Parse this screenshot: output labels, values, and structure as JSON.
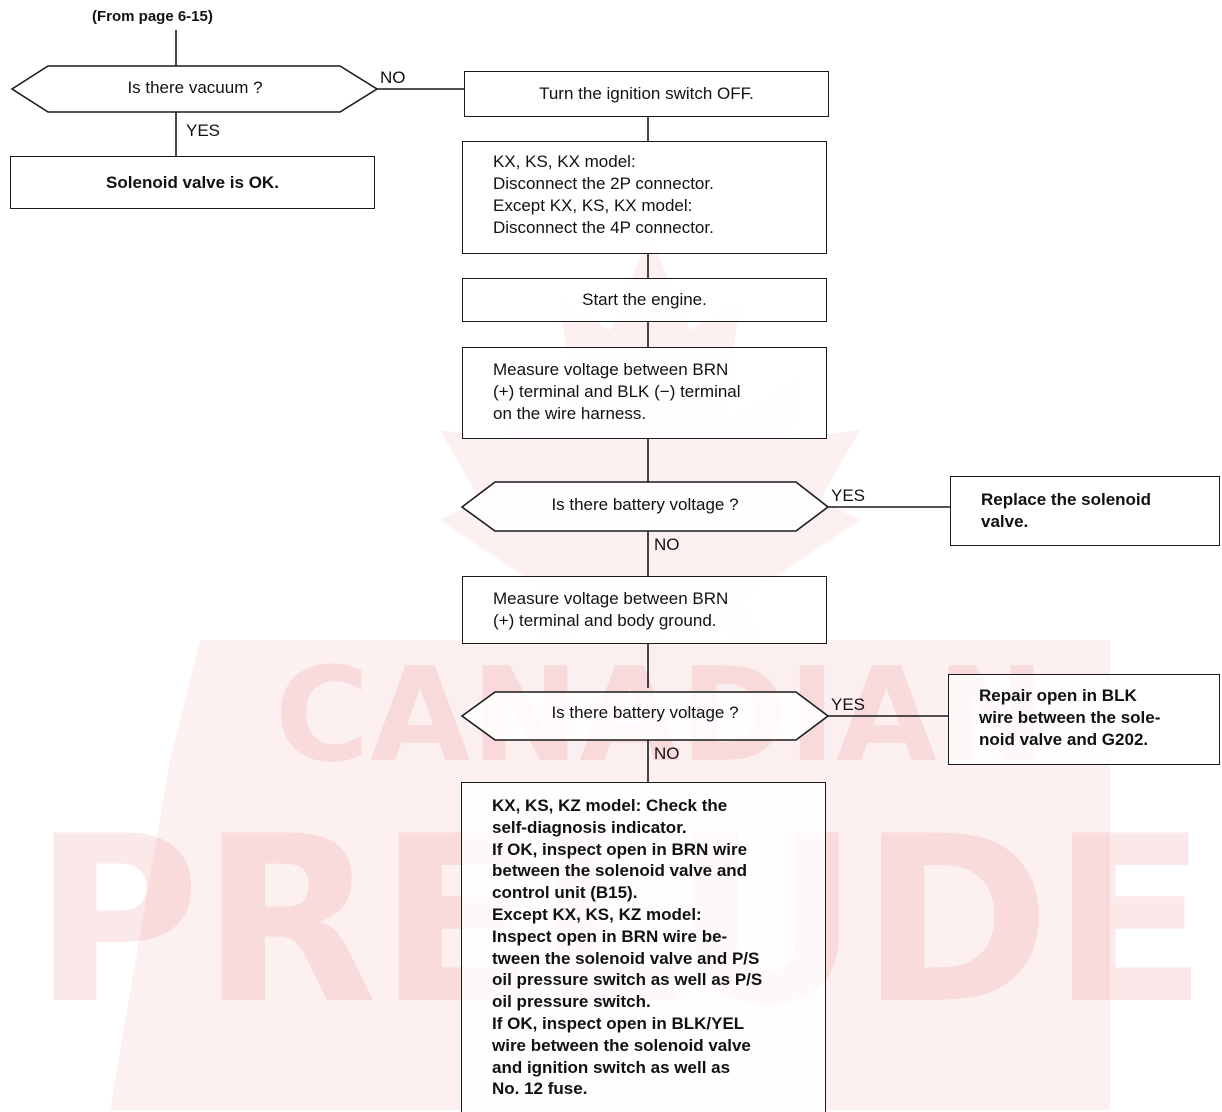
{
  "header": {
    "from_page": "(From page 6-15)"
  },
  "decisions": {
    "vacuum": "Is there vacuum ?",
    "battery_voltage_1": "Is there battery voltage ?",
    "battery_voltage_2": "Is there battery voltage ?"
  },
  "labels": {
    "vacuum_no": "NO",
    "vacuum_yes": "YES",
    "battery1_yes": "YES",
    "battery1_no": "NO",
    "battery2_yes": "YES",
    "battery2_no": "NO"
  },
  "steps": {
    "solenoid_ok": "Solenoid valve is OK.",
    "ignition_off": "Turn the ignition switch OFF.",
    "disconnect": [
      "KX, KS, KX model:",
      "Disconnect the 2P connector.",
      "Except KX, KS, KX model:",
      "Disconnect the 4P connector."
    ],
    "start_engine": "Start the engine.",
    "measure_harness": [
      "Measure voltage between BRN",
      "(+) terminal and BLK (−) terminal",
      "on the wire harness."
    ],
    "replace_solenoid": [
      "Replace the solenoid",
      "valve."
    ],
    "measure_ground": [
      "Measure voltage between BRN",
      "(+) terminal and body ground."
    ],
    "repair_blk": [
      "Repair open in BLK",
      "wire between the sole-",
      "noid valve and G202."
    ],
    "final_check": [
      "KX, KS, KZ model: Check the",
      "self-diagnosis indicator.",
      "If OK, inspect open in BRN wire",
      "between the solenoid valve and",
      "control unit (B15).",
      "Except KX, KS, KZ model:",
      "Inspect open in BRN wire be-",
      "tween the solenoid valve and P/S",
      "oil pressure switch as well as P/S",
      "oil pressure switch.",
      "If OK, inspect open in BLK/YEL",
      "wire between the solenoid valve",
      "and ignition switch as well as",
      "No. 12 fuse."
    ]
  },
  "watermark": {
    "line1": "CANADIAN",
    "line2": "PRELUDE",
    "color": "#e03030"
  }
}
